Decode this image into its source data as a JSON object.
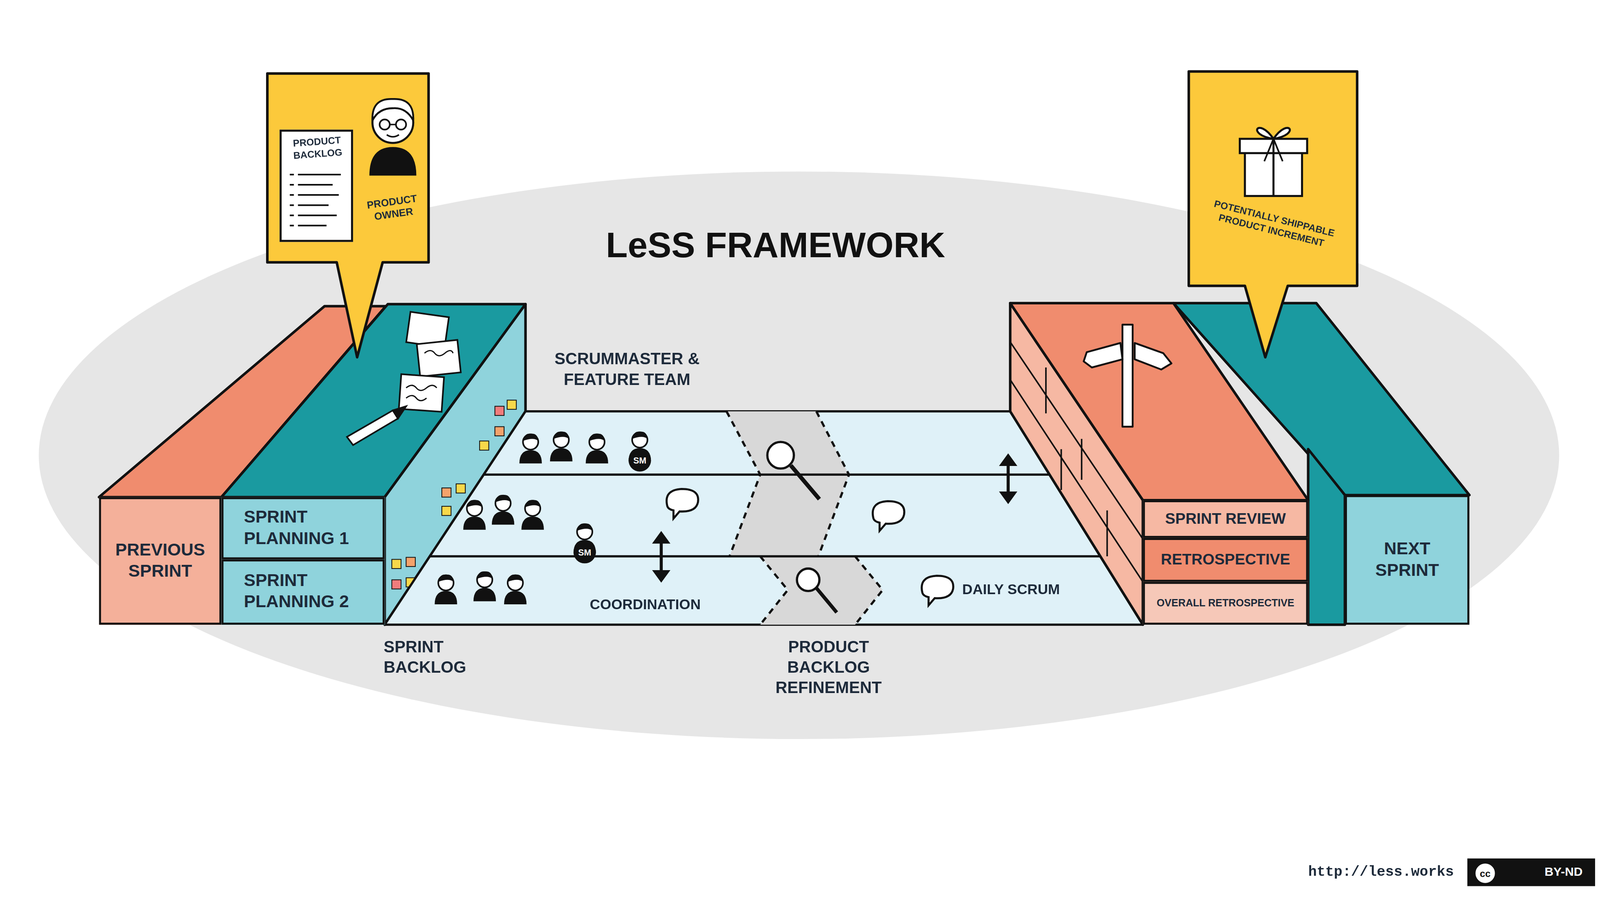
{
  "diagram": {
    "title": "LeSS FRAMEWORK",
    "nodes": [
      {
        "text": [
          "PRODUCT OWNER"
        ]
      },
      {
        "text": [
          "PRODUCT BACKLOG"
        ],
        "in": 0
      },
      {
        "text": [
          "POTENTIALLY SHIPPABLE PRODUCT INCREMENT"
        ]
      },
      {
        "text": [
          "PREVIOUS SPRINT"
        ]
      },
      {
        "text": [
          "SPRINT PLANNING 1"
        ]
      },
      {
        "text": [
          "SPRINT PLANNING 2"
        ]
      },
      {
        "text": [
          "SM"
        ]
      },
      {
        "text": [
          "SM"
        ]
      },
      {
        "text": [
          "SPRINT REVIEW"
        ]
      },
      {
        "text": [
          "RETROSPECTIVE"
        ]
      },
      {
        "text": [
          "OVERALL RETROSPECTIVE"
        ]
      },
      {
        "text": [
          "NEXT SPRINT"
        ]
      },
      {
        "text": [
          "BY-ND"
        ]
      },
      {
        "text": [
          "cc"
        ],
        "in": 12
      }
    ],
    "labels": [
      "SCRUMMASTER & FEATURE TEAM",
      "COORDINATION",
      "DAILY SCRUM",
      "SPRINT BACKLOG",
      "PRODUCT BACKLOG REFINEMENT",
      "http://less.works"
    ]
  }
}
